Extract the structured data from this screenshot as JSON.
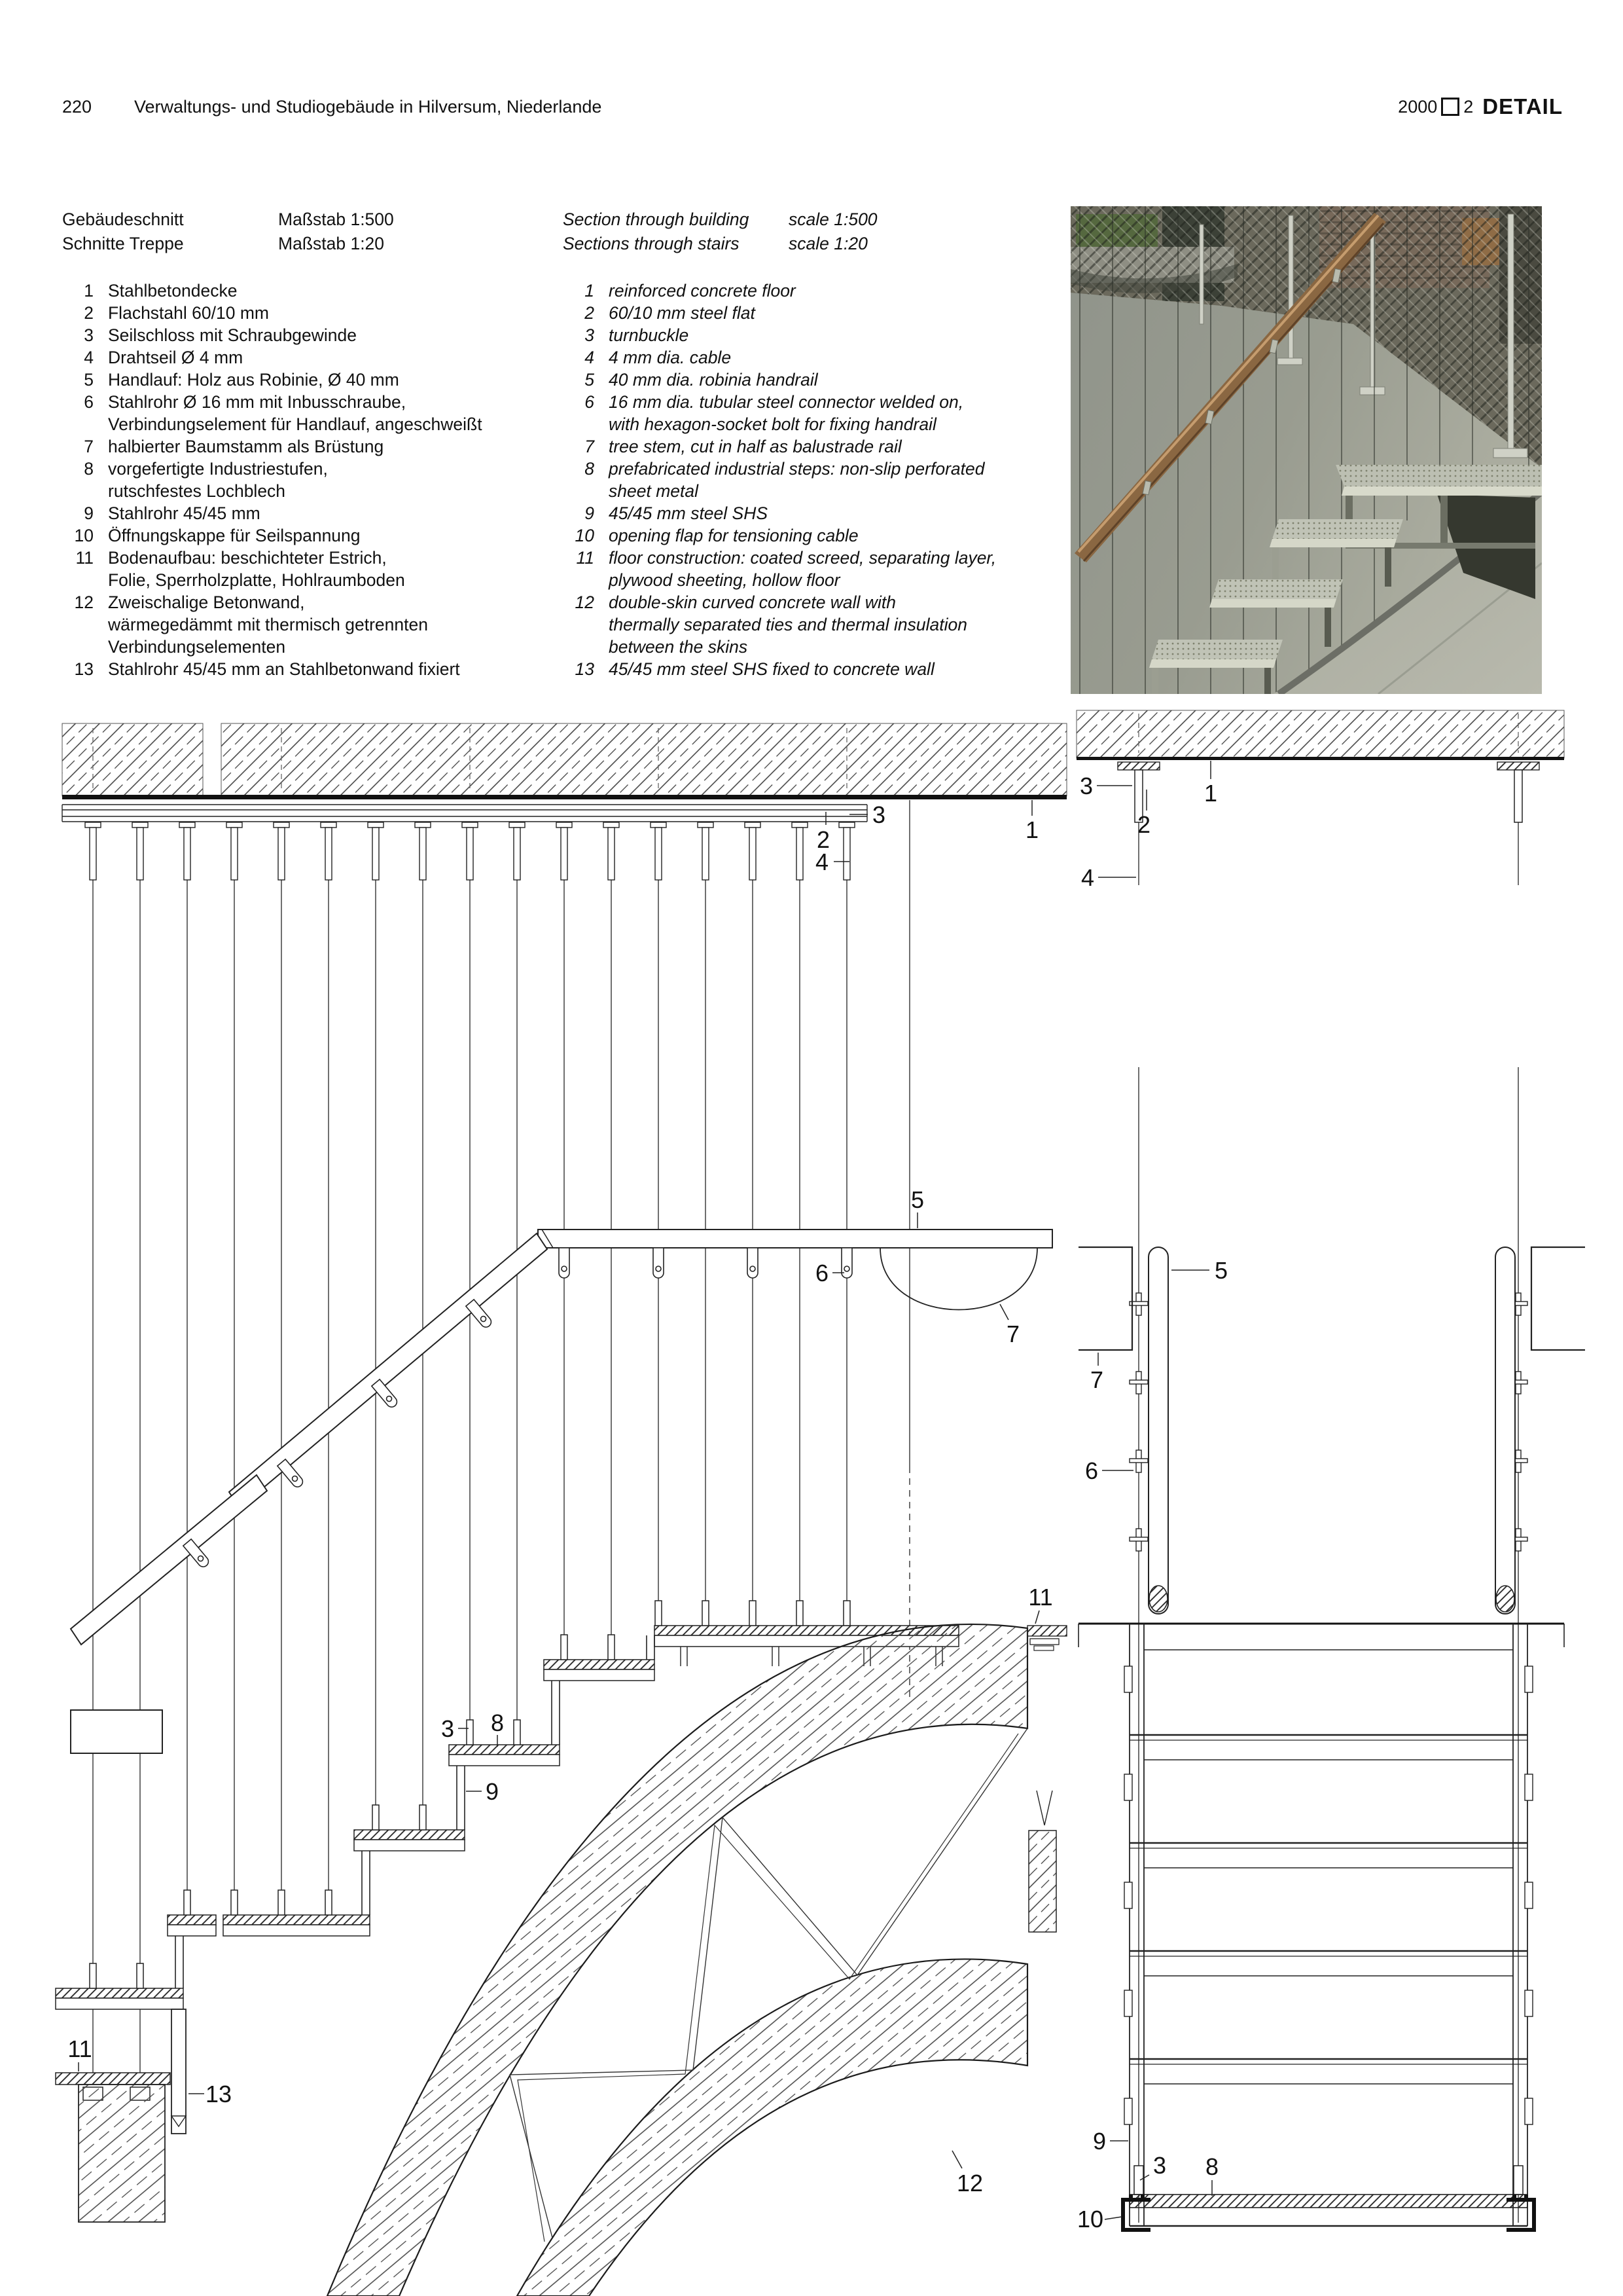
{
  "page": {
    "number": "220",
    "title": "Verwaltungs- und Studiogebäude in Hilversum, Niederlande",
    "issue_year": "2000",
    "issue_no": "2",
    "brand": "DETAIL"
  },
  "legend": {
    "de": {
      "rows": [
        {
          "label": "Gebäudeschnitt",
          "scale": "Maßstab  1:500"
        },
        {
          "label": "Schnitte Treppe",
          "scale": "Maßstab  1:20"
        }
      ],
      "items": [
        {
          "n": "1",
          "text": "Stahlbetondecke"
        },
        {
          "n": "2",
          "text": "Flachstahl 60/10 mm"
        },
        {
          "n": "3",
          "text": "Seilschloss mit Schraubgewinde"
        },
        {
          "n": "4",
          "text": "Drahtseil Ø 4 mm"
        },
        {
          "n": "5",
          "text": "Handlauf: Holz aus Robinie, Ø 40 mm"
        },
        {
          "n": "6",
          "text": "Stahlrohr Ø 16 mm mit Inbusschraube,\nVerbindungselement für Handlauf, angeschweißt"
        },
        {
          "n": "7",
          "text": "halbierter Baumstamm als Brüstung"
        },
        {
          "n": "8",
          "text": "vorgefertigte Industriestufen,\nrutschfestes Lochblech"
        },
        {
          "n": "9",
          "text": "Stahlrohr 45/45 mm"
        },
        {
          "n": "10",
          "text": "Öffnungskappe für Seilspannung"
        },
        {
          "n": "11",
          "text": "Bodenaufbau: beschichteter Estrich,\nFolie, Sperrholzplatte, Hohlraumboden"
        },
        {
          "n": "12",
          "text": "Zweischalige Betonwand,\nwärmegedämmt mit thermisch getrennten\nVerbindungselementen"
        },
        {
          "n": "13",
          "text": "Stahlrohr 45/45 mm an Stahlbetonwand fixiert"
        }
      ]
    },
    "en": {
      "rows": [
        {
          "label": "Section through building",
          "scale": "scale  1:500"
        },
        {
          "label": "Sections through stairs",
          "scale": "scale  1:20"
        }
      ],
      "items": [
        {
          "n": "1",
          "text": "reinforced concrete floor"
        },
        {
          "n": "2",
          "text": "60/10 mm steel flat"
        },
        {
          "n": "3",
          "text": "turnbuckle"
        },
        {
          "n": "4",
          "text": "4 mm dia. cable"
        },
        {
          "n": "5",
          "text": "40 mm dia. robinia handrail"
        },
        {
          "n": "6",
          "text": "16 mm dia. tubular steel connector welded on,\nwith hexagon-socket bolt for fixing handrail"
        },
        {
          "n": "7",
          "text": "tree stem, cut in half as balustrade rail"
        },
        {
          "n": "8",
          "text": "prefabricated industrial steps: non-slip perforated\nsheet metal"
        },
        {
          "n": "9",
          "text": "45/45 mm steel SHS"
        },
        {
          "n": "10",
          "text": "opening flap for tensioning cable"
        },
        {
          "n": "11",
          "text": "floor construction: coated screed, separating layer,\nplywood sheeting, hollow floor"
        },
        {
          "n": "12",
          "text": "double-skin curved concrete wall with\nthermally separated ties and thermal insulation\nbetween the skins"
        },
        {
          "n": "13",
          "text": "45/45 mm steel SHS fixed to concrete wall"
        }
      ]
    }
  },
  "drawings": {
    "left": [
      "3",
      "2",
      "4",
      "1",
      "5",
      "6",
      "7",
      "11",
      "3",
      "8",
      "9",
      "12",
      "11",
      "13"
    ],
    "right": [
      "3",
      "1",
      "2",
      "4",
      "5",
      "7",
      "6",
      "9",
      "3",
      "8",
      "10"
    ]
  }
}
